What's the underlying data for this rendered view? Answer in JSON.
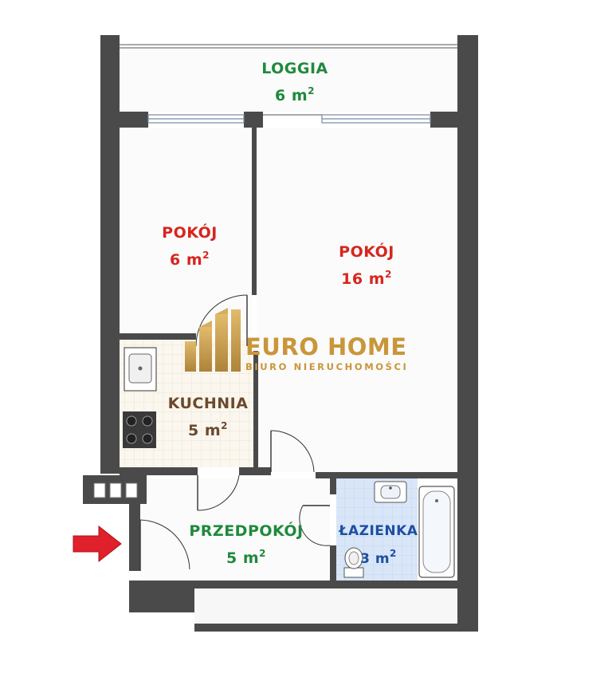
{
  "rooms": {
    "loggia": {
      "name": "LOGGIA",
      "area": "6 m",
      "unit_sup": "2"
    },
    "pokoj_small": {
      "name": "POKÓJ",
      "area": "6 m",
      "unit_sup": "2"
    },
    "pokoj_large": {
      "name": "POKÓJ",
      "area": "16 m",
      "unit_sup": "2"
    },
    "kuchnia": {
      "name": "KUCHNIA",
      "area": "5 m",
      "unit_sup": "2"
    },
    "przedpokoj": {
      "name": "PRZEDPOKÓJ",
      "area": "5 m",
      "unit_sup": "2"
    },
    "lazienka": {
      "name": "ŁAZIENKA",
      "area": "3 m",
      "unit_sup": "2"
    }
  },
  "logo": {
    "title": "EURO HOME",
    "subtitle": "BIURO NIERUCHOMOŚCI"
  },
  "colors": {
    "wall": "#4a4a4a",
    "floor": "#fafafa",
    "loggia_text": "#1f8a3c",
    "room_text": "#d8251f",
    "kitchen_text": "#6b4a2e",
    "hall_text": "#1f8a3c",
    "bath_text": "#1e4fa0",
    "bath_floor": "#d6e4f7",
    "entry_arrow": "#e0202a",
    "logo_gold": "#c9963a"
  },
  "icons": [
    "entry-arrow-icon",
    "sink-icon",
    "stove-icon",
    "bathtub-icon",
    "toilet-icon",
    "washbasin-icon",
    "building-logo-icon"
  ]
}
